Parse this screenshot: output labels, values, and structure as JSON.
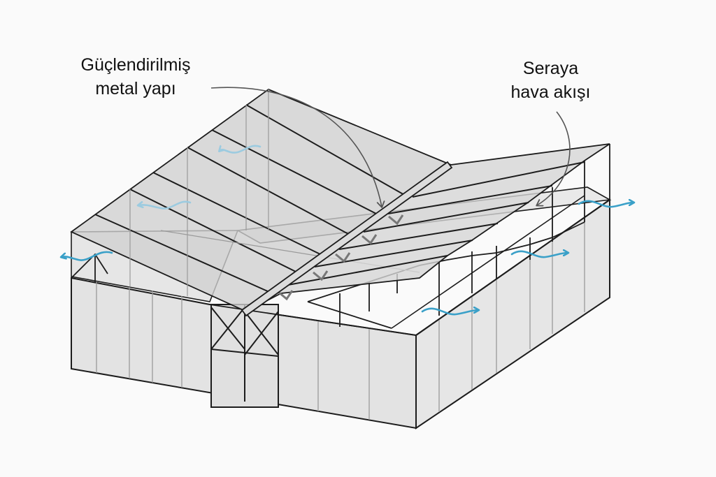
{
  "annotations": {
    "structure": {
      "line1": "Güçlendirilmiş",
      "line2": "metal yapı"
    },
    "airflow": {
      "line1": "Seraya",
      "line2": "hava akışı"
    }
  },
  "colors": {
    "background": "#fafafa",
    "wall_fill": "#e4e4e4",
    "roof_fill": "#cfcfcf",
    "frame": "#1c1c1c",
    "airflow_arrow": "#3aa0c8",
    "annotation_text": "#111111"
  }
}
